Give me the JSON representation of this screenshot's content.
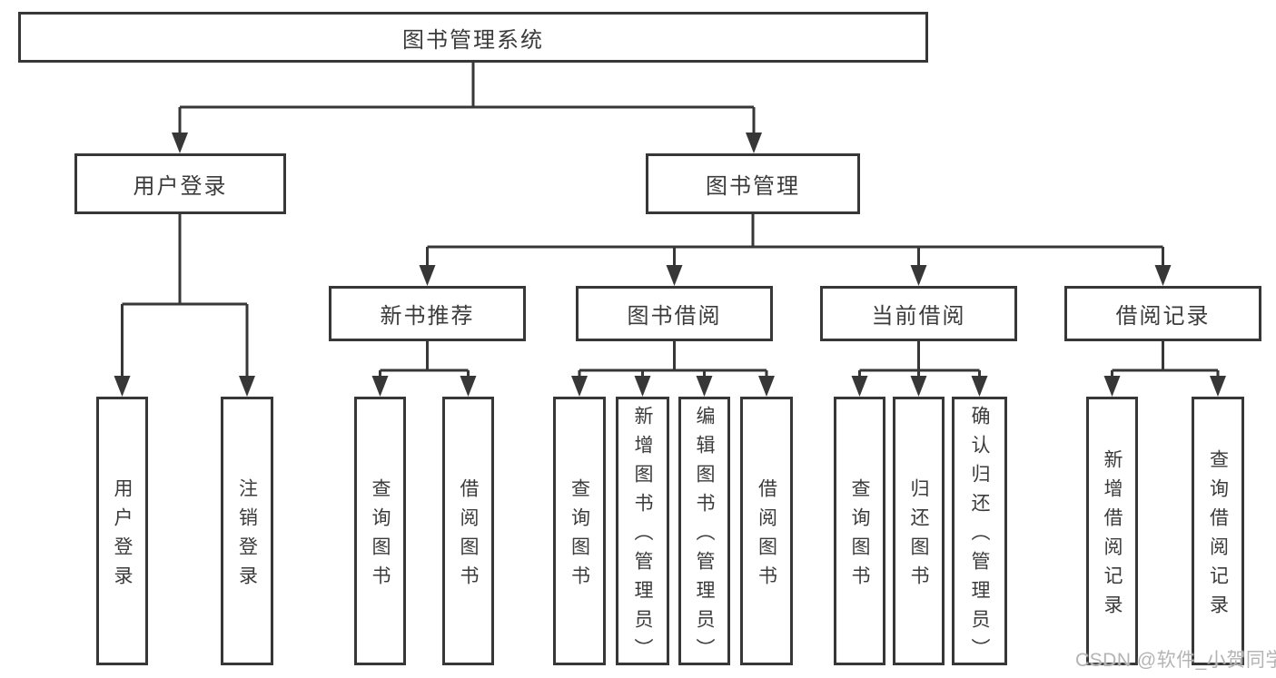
{
  "diagram": {
    "type": "hierarchy-tree",
    "root": "图书管理系统",
    "level2": [
      {
        "label": "用户登录",
        "children": [
          "用户登录",
          "注销登录"
        ]
      },
      {
        "label": "图书管理",
        "children": [
          {
            "label": "新书推荐",
            "children": [
              "查询图书",
              "借阅图书"
            ]
          },
          {
            "label": "图书借阅",
            "children": [
              "查询图书",
              "新增图书（管理员）",
              "编辑图书（管理员）",
              "借阅图书"
            ]
          },
          {
            "label": "当前借阅",
            "children": [
              "查询图书",
              "归还图书",
              "确认归还（管理员）"
            ]
          },
          {
            "label": "借阅记录",
            "children": [
              "新增借阅记录",
              "查询借阅记录"
            ]
          }
        ]
      }
    ]
  },
  "watermark": "CSDN @软件_小贺同学",
  "colors": {
    "line": "#373737",
    "text": "#3b3b3b",
    "watermark": "#b4b4b4",
    "background": "#ffffff"
  }
}
